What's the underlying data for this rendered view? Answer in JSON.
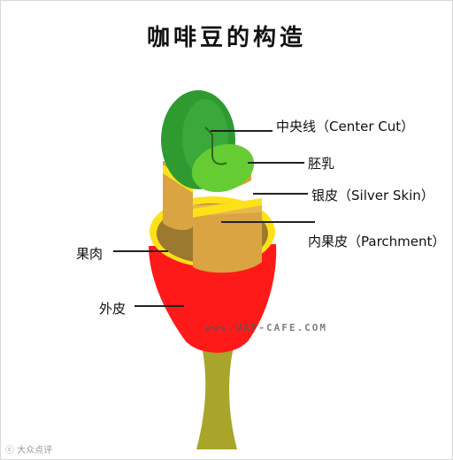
{
  "title": "咖啡豆的构造",
  "labels": {
    "center_cut": "中央线（Center Cut）",
    "endosperm": "胚乳",
    "silver_skin": "银皮（Silver Skin）",
    "parchment": "内果皮（Parchment）",
    "pulp": "果肉",
    "skin": "外皮"
  },
  "watermark": "www.UAP-CAFE.COM",
  "corner_mark": "ⓒ 大众点评",
  "colors": {
    "skin_red": "#ff1a1a",
    "pulp_brown": "#9b7a2f",
    "yellow_rim": "#ffe119",
    "parchment_tan": "#d9a441",
    "bean_dark_green": "#2f9a2f",
    "bean_light_green": "#66cc33",
    "stem_olive": "#a8a52a"
  }
}
